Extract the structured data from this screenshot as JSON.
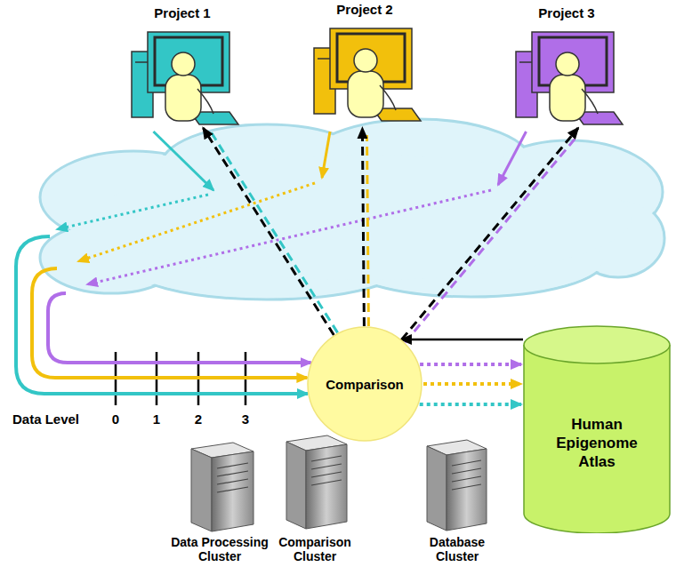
{
  "diagram": {
    "nodes": [
      {
        "text": [
          "Project 1"
        ]
      },
      {
        "text": [
          "Project 2"
        ]
      },
      {
        "text": [
          "Project 3"
        ]
      },
      {
        "text": [
          "Comparison"
        ]
      },
      {
        "text": [
          "Human Epigenome Atlas"
        ]
      }
    ],
    "edges": [
      {
        "from": 0,
        "to": 3,
        "arrow": "to"
      },
      {
        "from": 1,
        "to": 3,
        "arrow": "to"
      },
      {
        "from": 2,
        "to": 3,
        "arrow": "to"
      },
      {
        "from": 3,
        "to": 0,
        "arrow": "to"
      },
      {
        "from": 3,
        "to": 1,
        "arrow": "to"
      },
      {
        "from": 3,
        "to": 2,
        "arrow": "to"
      },
      {
        "from": 3,
        "to": 4,
        "arrow": "to"
      },
      {
        "from": 3,
        "to": 4,
        "arrow": "to"
      },
      {
        "from": 3,
        "to": 4,
        "arrow": "to"
      },
      {
        "from": 4,
        "to": 3,
        "arrow": "to"
      }
    ],
    "labels": [
      "Data Level",
      "0",
      "1",
      "2",
      "3",
      "Data Processing Cluster",
      "Comparison Cluster",
      "Database Cluster"
    ]
  }
}
